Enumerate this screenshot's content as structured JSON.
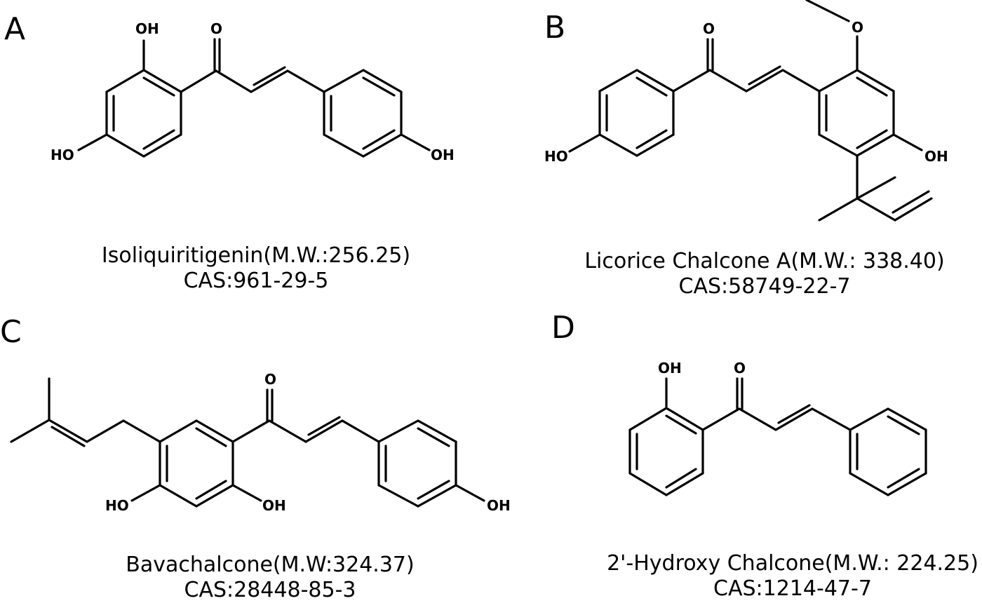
{
  "panels": [
    {
      "letter": "A",
      "name": "Isoliquiritigenin(M.W.:256.25)",
      "cas": "CAS:961-29-5",
      "atom_labels": {
        "oh_top": "OH",
        "o_carbonyl": "O",
        "ho_left": "HO",
        "oh_right": "OH"
      }
    },
    {
      "letter": "B",
      "name": "Licorice Chalcone A(M.W.: 338.40)",
      "cas": "CAS:58749-22-7",
      "atom_labels": {
        "o_carbonyl": "O",
        "o_methoxy": "O",
        "ho_left": "HO",
        "oh_right": "OH"
      }
    },
    {
      "letter": "C",
      "name": "Bavachalcone(M.W:324.37)",
      "cas": "CAS:28448-85-3",
      "atom_labels": {
        "o_carbonyl": "O",
        "ho_left": "HO",
        "oh_mid": "OH",
        "oh_right": "OH"
      }
    },
    {
      "letter": "D",
      "name": "2'-Hydroxy Chalcone(M.W.: 224.25)",
      "cas": "CAS:1214-47-7",
      "atom_labels": {
        "oh_top": "OH",
        "o_carbonyl": "O"
      }
    }
  ]
}
